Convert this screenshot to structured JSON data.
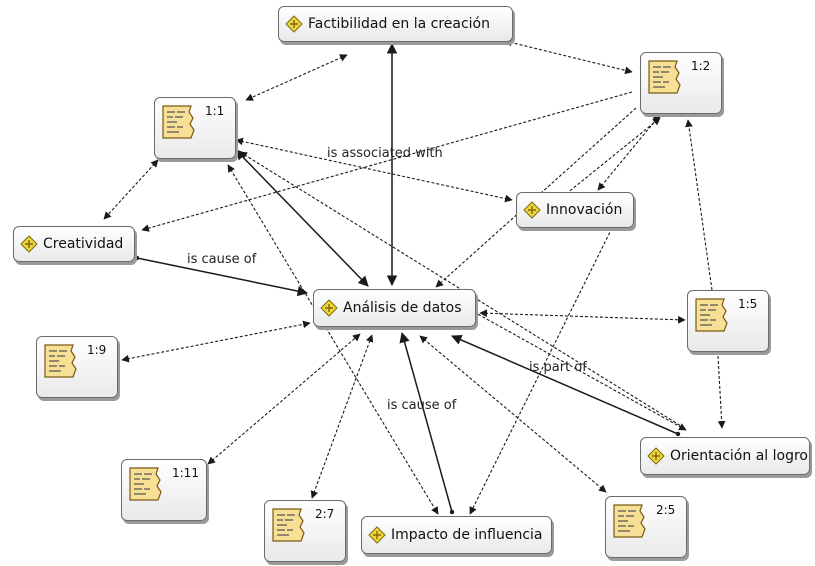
{
  "concepts": {
    "factibilidad": "Factibilidad en la creación",
    "creatividad": "Creatividad",
    "innovacion": "Innovación",
    "analisis": "Análisis de datos",
    "orientacion": "Orientación al logro",
    "impacto": "Impacto de influencia"
  },
  "quotes": {
    "q1_1": "1:1",
    "q1_2": "1:2",
    "q1_5": "1:5",
    "q1_9": "1:9",
    "q1_11": "1:11",
    "q2_7": "2:7",
    "q2_5": "2:5"
  },
  "relations": {
    "associated": "is associated with",
    "cause1": "is cause of",
    "cause2": "is cause of",
    "part": "is part of"
  },
  "icons": {
    "concept": "code-concept-icon",
    "quote": "quotation-document-icon"
  },
  "colors": {
    "line": "#1a1a1a",
    "icon_yellow": "#f2d43a",
    "quote_paper": "#f7df95"
  }
}
